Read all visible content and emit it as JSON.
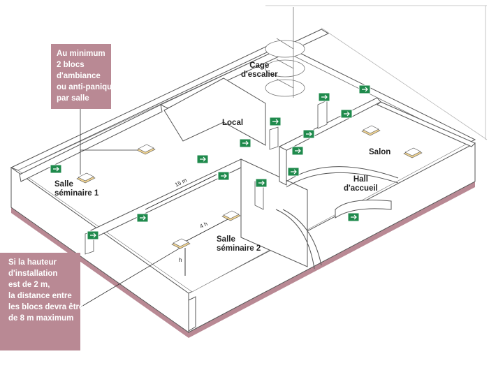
{
  "callouts": {
    "top": [
      "Au minimum",
      "2 blocs",
      "d'ambiance",
      "ou anti-panique",
      "par salle"
    ],
    "bottom": [
      "Si la hauteur",
      "d'installation",
      "est de 2 m,",
      "la distance entre",
      "les blocs devra être",
      "de 8 m maximum"
    ]
  },
  "rooms": {
    "cage": [
      "Cage",
      "d'escalier"
    ],
    "local": "Local",
    "salon": "Salon",
    "hall": [
      "Hall",
      "d'accueil"
    ],
    "salle1": [
      "Salle",
      "séminaire 1"
    ],
    "salle2": [
      "Salle",
      "séminaire 2"
    ]
  },
  "dimensions": {
    "distance_15m": "15 m",
    "distance_4h": "4 h",
    "height_h": "h"
  },
  "colors": {
    "wall_fill": "#ffffff",
    "wall_stroke": "#555555",
    "base_band": "#b98994",
    "callout_bg": "#b98994",
    "exit_sign": "#1f8a4c",
    "light_block": "#f2d592"
  }
}
